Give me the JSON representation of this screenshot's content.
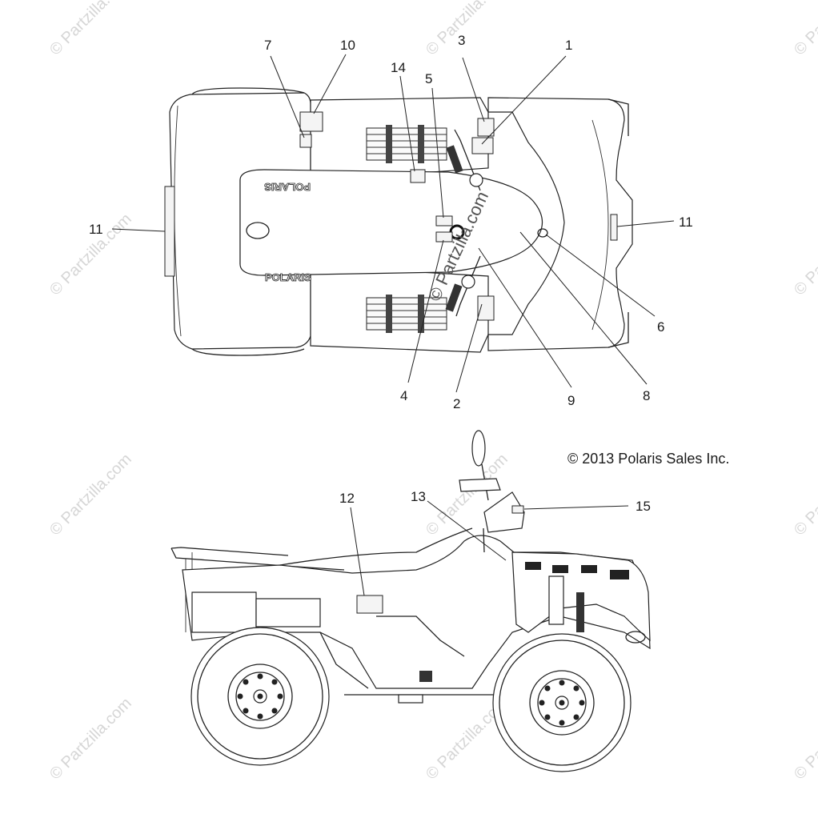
{
  "copyright": "© 2013 Polaris Sales Inc.",
  "watermark": "© Partzilla.com",
  "brand_marks": [
    "POLARIS",
    "POLARIS"
  ],
  "top_view_callouts": [
    "1",
    "2",
    "3",
    "4",
    "5",
    "6",
    "7",
    "8",
    "9",
    "10",
    "11",
    "11",
    "14"
  ],
  "side_view_callouts": [
    "12",
    "13",
    "15"
  ]
}
